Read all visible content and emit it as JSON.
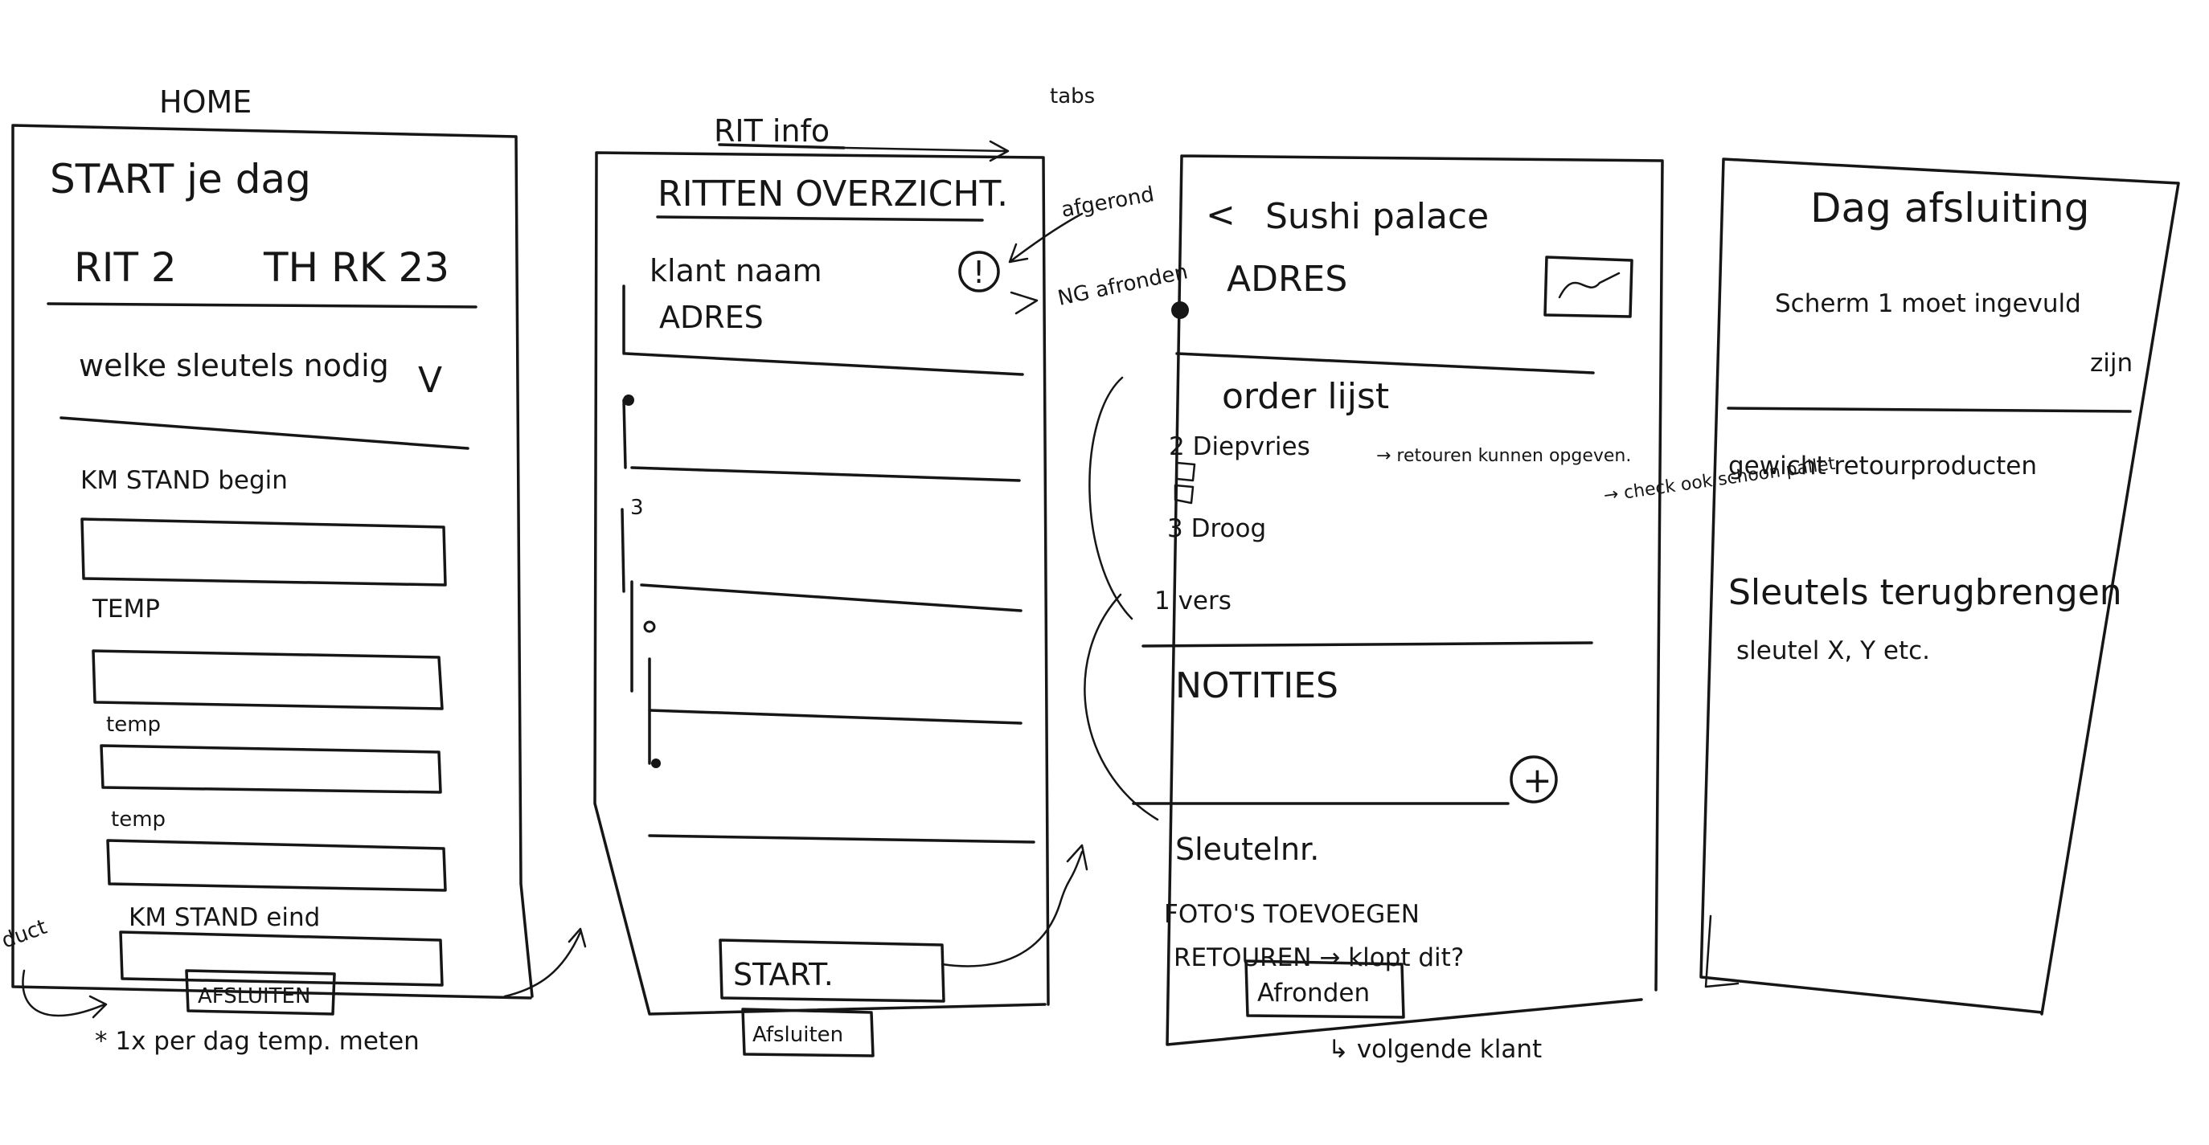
{
  "screen1": {
    "caption": "HOME",
    "title": "START je dag",
    "rit": "RIT 2",
    "plate": "TH RK 23",
    "keys_dropdown": "welke sleutels nodig",
    "dropdown_chevron": "V",
    "km_start_label": "KM STAND begin",
    "temp_label_1": "TEMP",
    "temp_label_2": "temp",
    "temp_label_3": "temp",
    "km_end_label": "KM STAND eind",
    "button": "AFSLUITEN",
    "note": "* 1x per dag temp. meten",
    "side_note": "duct"
  },
  "screen2": {
    "caption": "RIT info",
    "title": "RITTEN OVERZICHT.",
    "client_name": "klant naam",
    "client_address": "ADRES",
    "alert_icon_text": "!",
    "ann_tabs": "tabs",
    "ann_done": "afgerond",
    "ann_not_done": "NG afronden",
    "marker_3": "3",
    "start_button": "START.",
    "end_button": "Afsluiten"
  },
  "screen3": {
    "back_icon": "<",
    "title": "Sushi palace",
    "address": "ADRES",
    "order_heading": "order lijst",
    "item1": "2 Diepvries",
    "item2": "3 Droog",
    "item3": "1 vers",
    "returns_note": "→ retouren kunnen opgeven.",
    "check_note": "→ check ook schoon pallet",
    "notes_heading": "NOTITIES",
    "plus_icon": "+",
    "keys_label": "Sleutelnr.",
    "photos_label": "FOTO'S TOEVOEGEN",
    "returns_label": "RETOUREN → klopt dit?",
    "finish_button": "Afronden",
    "next_note": "↳ volgende klant"
  },
  "screen4": {
    "title": "Dag afsluiting",
    "subtitle_1": "Scherm 1 moet ingevuld",
    "subtitle_2": "zijn",
    "returns": "gewicht retourproducten",
    "keys": "Sleutels terugbrengen",
    "keys_detail": "sleutel X, Y etc."
  }
}
